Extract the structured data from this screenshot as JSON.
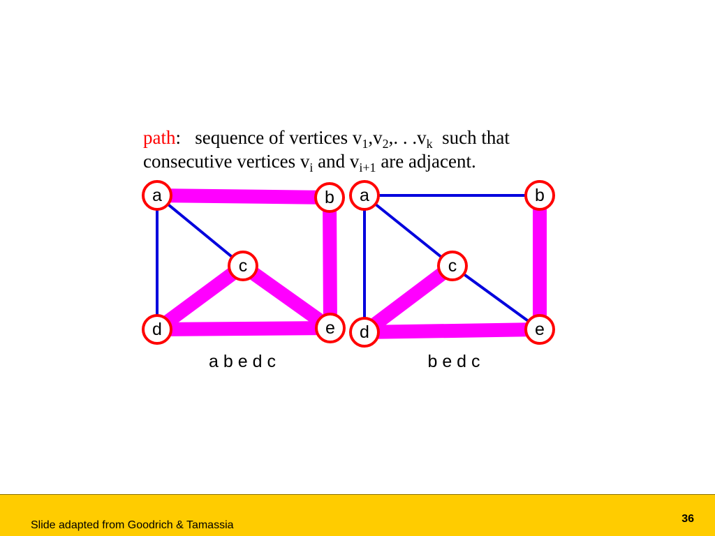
{
  "definition": {
    "term": "path",
    "colon": ":",
    "line1_text": "sequence of vertices v",
    "sub_1": "1",
    "comma1": ",v",
    "sub_2": "2",
    "dots": ",. . .v",
    "sub_k": "k",
    "such_that": "such that",
    "line2_text": "consecutive vertices v",
    "sub_i": "i",
    "and_v": " and v",
    "sub_i1": "i+1",
    "adjacent": " are adjacent."
  },
  "graphs": [
    {
      "caption": "a b e d c",
      "path_sequence": [
        "a",
        "b",
        "e",
        "d",
        "c"
      ],
      "nodes": [
        {
          "id": "a",
          "label": "a"
        },
        {
          "id": "b",
          "label": "b"
        },
        {
          "id": "c",
          "label": "c"
        },
        {
          "id": "d",
          "label": "d"
        },
        {
          "id": "e",
          "label": "e"
        }
      ],
      "edges": [
        {
          "from": "a",
          "to": "b",
          "in_path": true
        },
        {
          "from": "b",
          "to": "e",
          "in_path": true
        },
        {
          "from": "e",
          "to": "d",
          "in_path": true
        },
        {
          "from": "d",
          "to": "c",
          "in_path": true
        },
        {
          "from": "c",
          "to": "e",
          "in_path": true
        },
        {
          "from": "a",
          "to": "d",
          "in_path": false
        },
        {
          "from": "a",
          "to": "c",
          "in_path": false
        }
      ]
    },
    {
      "caption": "b e d c",
      "path_sequence": [
        "b",
        "e",
        "d",
        "c"
      ],
      "nodes": [
        {
          "id": "a",
          "label": "a"
        },
        {
          "id": "b",
          "label": "b"
        },
        {
          "id": "c",
          "label": "c"
        },
        {
          "id": "d",
          "label": "d"
        },
        {
          "id": "e",
          "label": "e"
        }
      ],
      "edges": [
        {
          "from": "b",
          "to": "e",
          "in_path": true
        },
        {
          "from": "e",
          "to": "d",
          "in_path": true
        },
        {
          "from": "d",
          "to": "c",
          "in_path": true
        },
        {
          "from": "a",
          "to": "b",
          "in_path": false
        },
        {
          "from": "a",
          "to": "d",
          "in_path": false
        },
        {
          "from": "a",
          "to": "c",
          "in_path": false
        },
        {
          "from": "c",
          "to": "e",
          "in_path": false
        }
      ]
    }
  ],
  "colors": {
    "path_edge": "#ff00ff",
    "normal_edge": "#0000dd",
    "node_border": "#ff0000",
    "term": "#ff0000",
    "footer_bg": "#ffcc00"
  },
  "footer": {
    "credit": "Slide adapted from Goodrich & Tamassia",
    "page_number": "36"
  }
}
